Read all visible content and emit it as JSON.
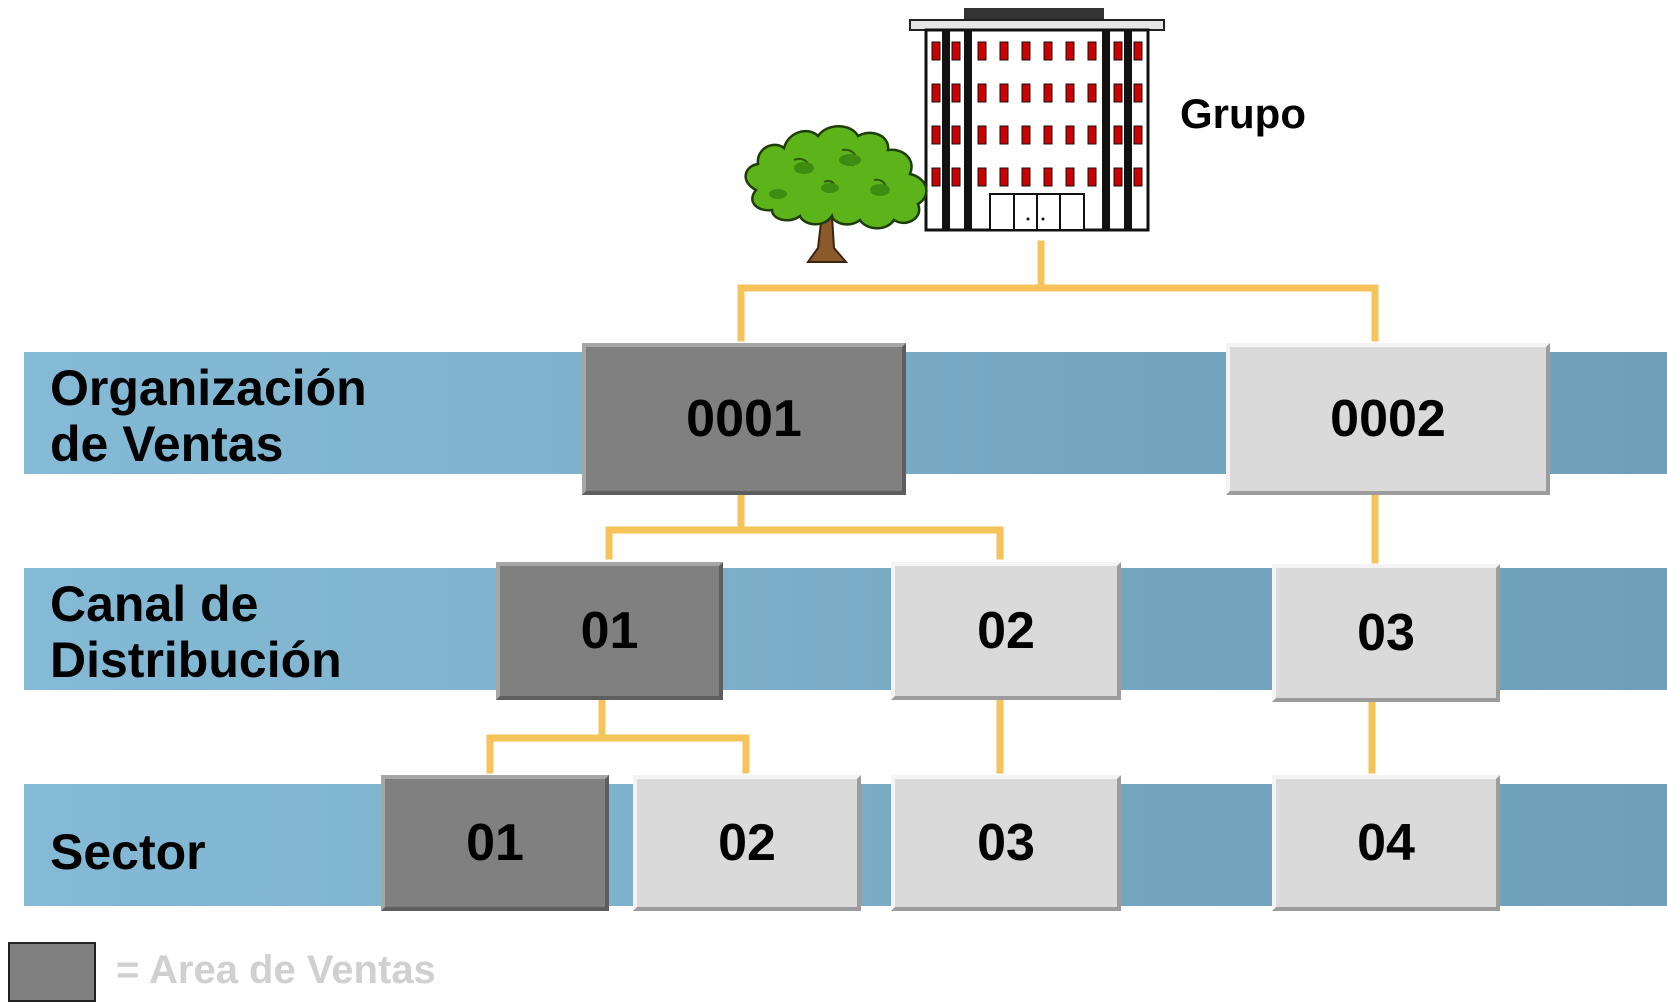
{
  "top": {
    "group_label": "Grupo"
  },
  "rows": [
    {
      "label": "Organización\nde Ventas"
    },
    {
      "label": "Canal de\nDistribución"
    },
    {
      "label": "Sector"
    }
  ],
  "sales_orgs": [
    {
      "code": "0001",
      "highlight": true
    },
    {
      "code": "0002",
      "highlight": false
    }
  ],
  "distribution_channels": [
    {
      "code": "01",
      "highlight": true
    },
    {
      "code": "02",
      "highlight": false
    },
    {
      "code": "03",
      "highlight": false
    }
  ],
  "divisions": [
    {
      "code": "01",
      "highlight": true
    },
    {
      "code": "02",
      "highlight": false
    },
    {
      "code": "03",
      "highlight": false
    },
    {
      "code": "04",
      "highlight": false
    }
  ],
  "legend": {
    "text": "= Area de Ventas"
  },
  "colors": {
    "band": "#7fb2cc",
    "highlight_box": "#808080",
    "normal_box": "#dadada",
    "connector": "#f5c35a",
    "legend_text": "#d0d0d0"
  },
  "icons": [
    "tree-icon",
    "building-icon"
  ]
}
